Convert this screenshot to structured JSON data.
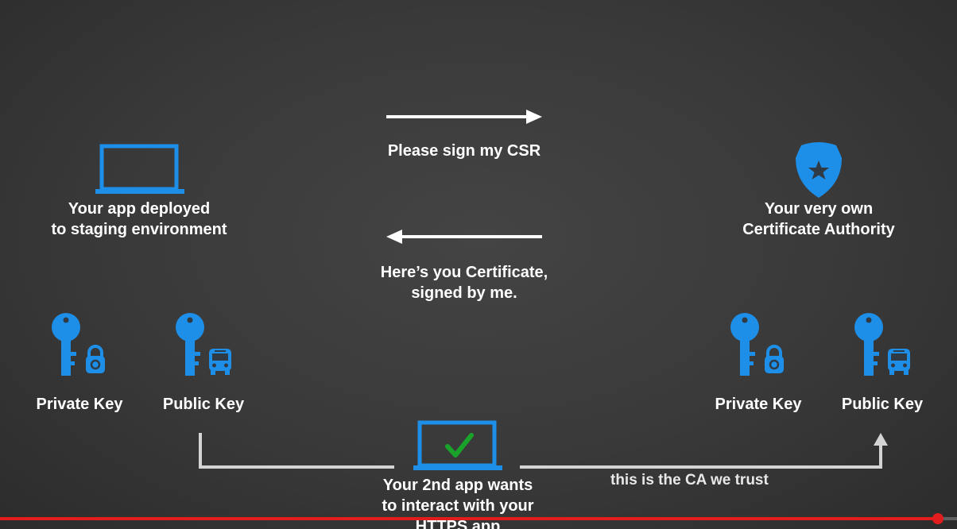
{
  "app": {
    "line1": "Your app deployed",
    "line2": "to staging environment"
  },
  "ca": {
    "line1": "Your very own",
    "line2": "Certificate Authority"
  },
  "request": {
    "label": "Please sign my CSR"
  },
  "response": {
    "line1": "Here’s you Certificate,",
    "line2": "signed by me."
  },
  "left_keys": {
    "private": "Private Key",
    "public": "Public Key"
  },
  "right_keys": {
    "private": "Private Key",
    "public": "Public Key"
  },
  "second_app": {
    "line1": "Your 2nd app wants",
    "line2": "to interact with your",
    "line3": "HTTPS app"
  },
  "trust": {
    "label": "this is the CA we trust"
  },
  "icons": {
    "laptop": "laptop-icon",
    "badge": "shield-star-icon",
    "key": "key-icon",
    "lock": "padlock-icon",
    "bus": "bus-icon",
    "check": "checkmark-icon"
  },
  "colors": {
    "accent_blue": "#1e8fe8",
    "check_green": "#1aa32a",
    "arrow_white": "#ffffff",
    "connector_gray": "#d4d4d4",
    "progress_red": "#e11d1d"
  },
  "video": {
    "progress_fraction": 0.98
  }
}
